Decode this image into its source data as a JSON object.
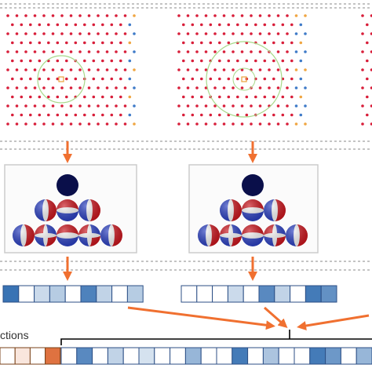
{
  "diagram": {
    "caption_fragment": "ctions",
    "colors": {
      "atom": "#d81e3a",
      "atom_edge_blue": "#3f7bc8",
      "atom_edge_orange": "#f0a642",
      "neighbor_circle": "#a7d98a",
      "center_atom": "#e8a03a",
      "arrow": "#f07030",
      "separator": "#888888",
      "box_border": "#cccccc",
      "sphere_top": "#0a0f4a",
      "feature_border": "#2c4f86",
      "fused_border": "#7a4218",
      "bracket": "#000000"
    },
    "descriptor_row_1": [
      0.95,
      0.0,
      0.25,
      0.35,
      0.0,
      0.85,
      0.3,
      0.0,
      0.35
    ],
    "descriptor_row_2": [
      0.0,
      0.0,
      0.0,
      0.25,
      0.0,
      0.8,
      0.3,
      0.0,
      0.9,
      0.75
    ],
    "fused_shades_orange": [
      0.0,
      0.15,
      0.0,
      0.85,
      0.4
    ],
    "fused_shades_blue": [
      0.0,
      0.8,
      0.0,
      0.3,
      0.0,
      0.2,
      0.0,
      0.0,
      0.5,
      0.0,
      0.0,
      0.9,
      0.0,
      0.4,
      0.0,
      0.0,
      0.9,
      0.7,
      0.0,
      0.5
    ]
  }
}
